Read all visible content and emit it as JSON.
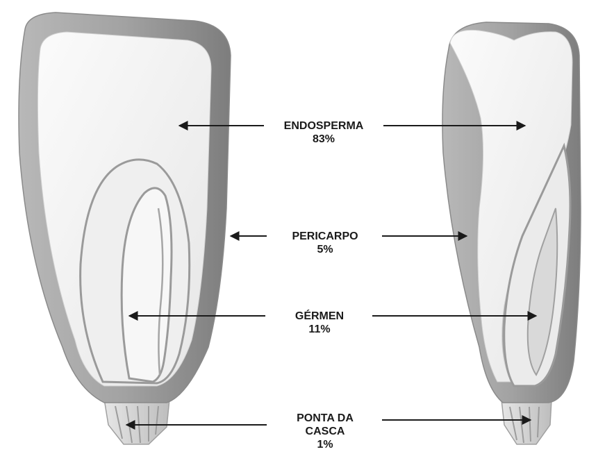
{
  "labels": {
    "endosperma": {
      "name": "ENDOSPERMA",
      "pct": "83%"
    },
    "pericarpo": {
      "name": "PERICARPO",
      "pct": "5%"
    },
    "germen": {
      "name": "GÉRMEN",
      "pct": "11%"
    },
    "ponta": {
      "name_line1": "PONTA DA",
      "name_line2": "CASCA",
      "pct": "1%"
    }
  },
  "colors": {
    "pericarp": "#8f8f8f",
    "pericarp_dark": "#7a7a7a",
    "endosperm": "#f1f1f1",
    "germ_outline": "#9a9a9a",
    "arrow": "#1a1a1a"
  }
}
